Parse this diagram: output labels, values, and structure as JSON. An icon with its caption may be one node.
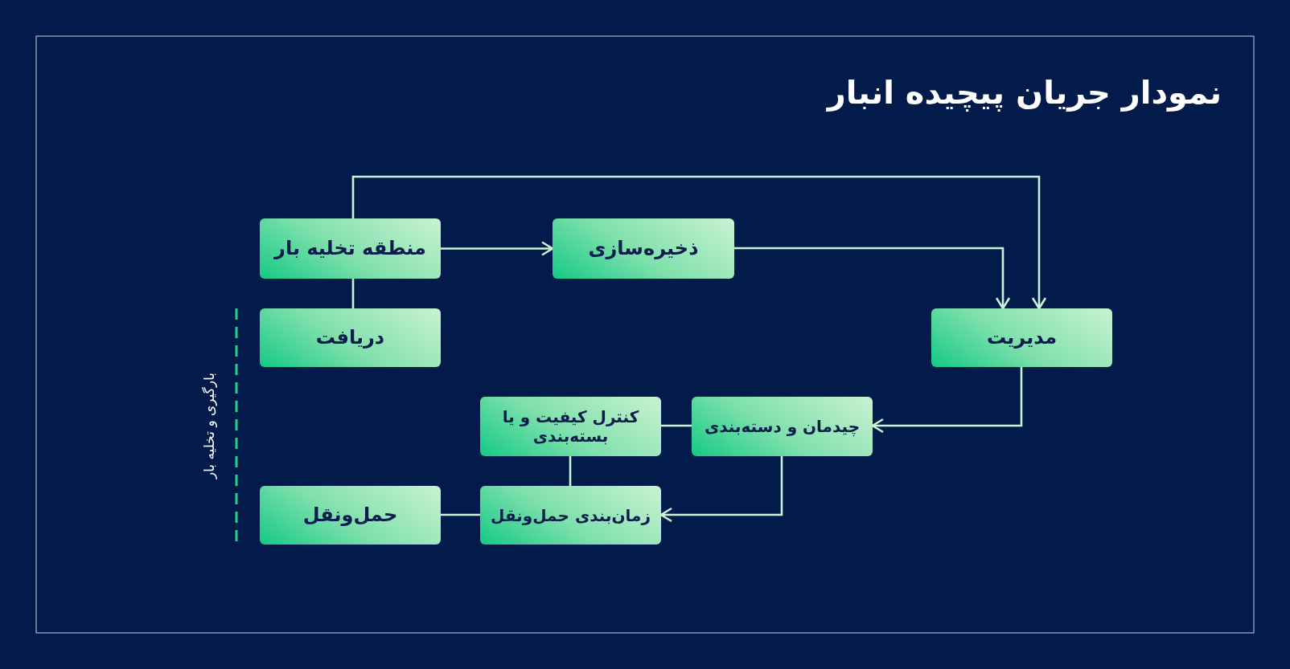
{
  "diagram": {
    "title": "نمودار جریان پیچیده انبار",
    "nodes": [
      {
        "text": [
          "منطقه تخلیه بار"
        ]
      },
      {
        "text": [
          "ذخیره‌سازی"
        ]
      },
      {
        "text": [
          "دریافت"
        ]
      },
      {
        "text": [
          "مدیریت"
        ]
      },
      {
        "text": [
          "کنترل کیفیت و یا بسته‌بندی"
        ]
      },
      {
        "text": [
          "چیدمان و دسته‌بندی"
        ]
      },
      {
        "text": [
          "حمل‌ونقل"
        ]
      },
      {
        "text": [
          "زمان‌بندی حمل‌ونقل"
        ]
      }
    ],
    "edges": [
      {
        "from": 0,
        "to": 1,
        "arrow": "to"
      },
      {
        "from": 0,
        "to": 3,
        "arrow": "to"
      },
      {
        "from": 1,
        "to": 3,
        "arrow": "to"
      },
      {
        "from": 0,
        "to": 2,
        "arrow": "none"
      },
      {
        "from": 3,
        "to": 5,
        "arrow": "to"
      },
      {
        "from": 5,
        "to": 4,
        "arrow": "none"
      },
      {
        "from": 5,
        "to": 7,
        "arrow": "to"
      },
      {
        "from": 4,
        "to": 7,
        "arrow": "none"
      },
      {
        "from": 7,
        "to": 6,
        "arrow": "none"
      }
    ],
    "labels": [
      "بارگیری و تخلیه بار"
    ]
  }
}
